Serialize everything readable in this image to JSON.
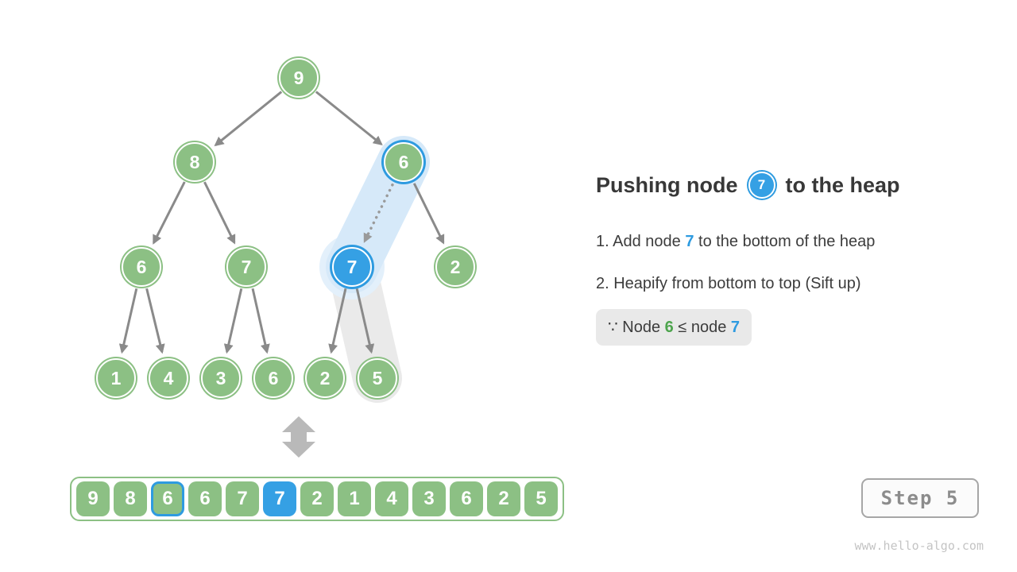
{
  "page": {
    "watermark": "www.hello-algo.com",
    "background": "#ffffff"
  },
  "step_badge": {
    "label": "Step 5"
  },
  "panel": {
    "title": {
      "prefix": "Pushing node",
      "node_value": "7",
      "suffix": "to the heap"
    },
    "steps": [
      {
        "prefix": "1. Add node ",
        "highlight": "7",
        "suffix": " to the bottom of the heap"
      },
      {
        "prefix": "2. Heapify from bottom to top (Sift up)",
        "highlight": "",
        "suffix": ""
      }
    ],
    "note": {
      "p1": "∵ Node ",
      "green_value": "6",
      "p2": " ≤ node ",
      "blue_value": "7"
    }
  },
  "tree": {
    "nodes": [
      {
        "value": "9",
        "state": "normal"
      },
      {
        "value": "8",
        "state": "normal"
      },
      {
        "value": "6",
        "state": "ring-highlight"
      },
      {
        "value": "6",
        "state": "normal"
      },
      {
        "value": "7",
        "state": "normal"
      },
      {
        "value": "7",
        "state": "filled-highlight"
      },
      {
        "value": "2",
        "state": "normal"
      },
      {
        "value": "1",
        "state": "normal"
      },
      {
        "value": "4",
        "state": "normal"
      },
      {
        "value": "3",
        "state": "normal"
      },
      {
        "value": "6",
        "state": "normal"
      },
      {
        "value": "2",
        "state": "normal"
      },
      {
        "value": "5",
        "state": "normal"
      }
    ]
  },
  "array": {
    "cells": [
      {
        "value": "9",
        "state": "normal"
      },
      {
        "value": "8",
        "state": "normal"
      },
      {
        "value": "6",
        "state": "outlined"
      },
      {
        "value": "6",
        "state": "normal"
      },
      {
        "value": "7",
        "state": "normal"
      },
      {
        "value": "7",
        "state": "filled"
      },
      {
        "value": "2",
        "state": "normal"
      },
      {
        "value": "1",
        "state": "normal"
      },
      {
        "value": "4",
        "state": "normal"
      },
      {
        "value": "3",
        "state": "normal"
      },
      {
        "value": "6",
        "state": "normal"
      },
      {
        "value": "2",
        "state": "normal"
      },
      {
        "value": "5",
        "state": "normal"
      }
    ]
  },
  "colors": {
    "node_green": "#8CC084",
    "node_blue": "#35A0E4",
    "ring_blue": "#2E9BE0",
    "capsule_blue": "#D6E9F9",
    "capsule_gray": "#EAEAEA",
    "edge_gray": "#8A8A8A",
    "accent_text_blue": "#2E9BE0",
    "accent_text_green": "#4DA44D"
  }
}
